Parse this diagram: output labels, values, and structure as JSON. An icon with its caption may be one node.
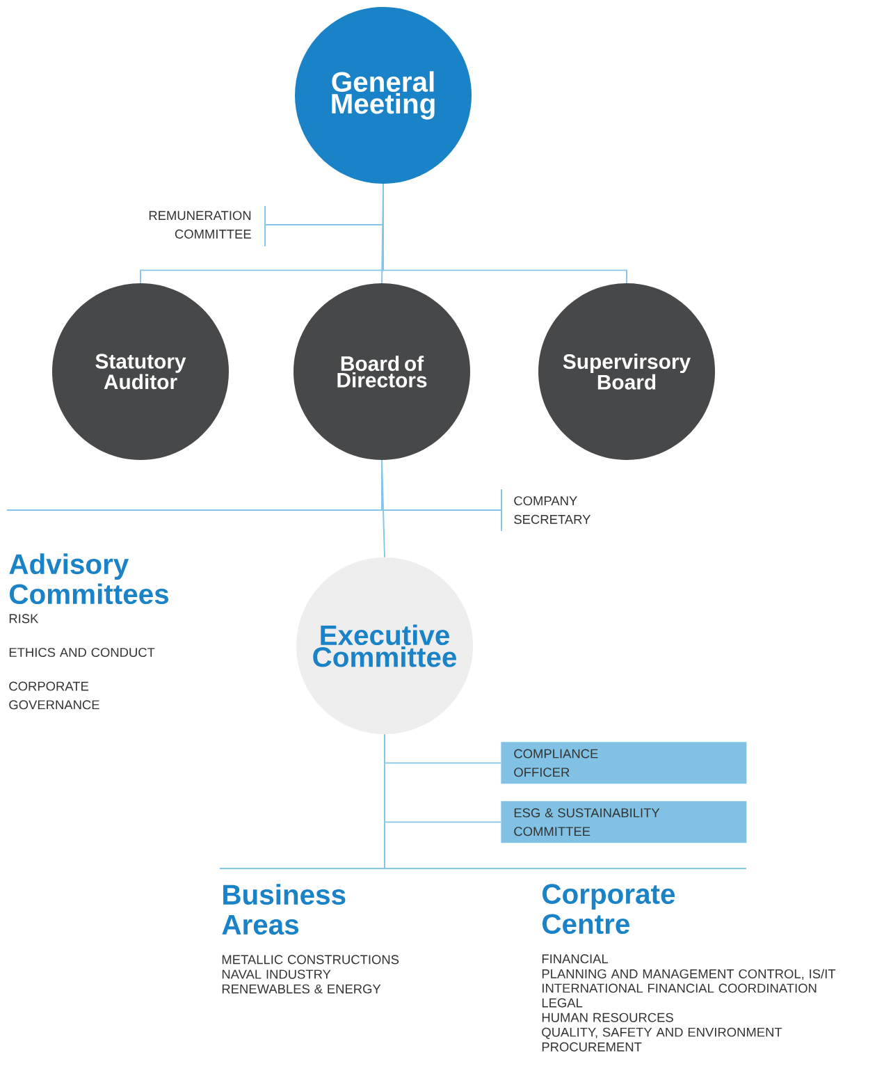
{
  "diagram": {
    "nodes": [
      {
        "text": [
          "General Meeting"
        ]
      },
      {
        "text": [
          "REMUNERATION COMMITTEE"
        ]
      },
      {
        "text": [
          "Statutory Auditor"
        ]
      },
      {
        "text": [
          "Board of Directors"
        ]
      },
      {
        "text": [
          "Supervirsory Board"
        ]
      },
      {
        "text": [
          "COMPANY SECRETARY"
        ]
      },
      {
        "text": [
          "Advisory Committees",
          "RISK",
          "ETHICS AND CONDUCT",
          "CORPORATE GOVERNANCE"
        ]
      },
      {
        "text": [
          "Executive Committee"
        ]
      },
      {
        "text": [
          "COMPLIANCE OFFICER"
        ]
      },
      {
        "text": [
          "ESG & SUSTAINABILITY COMMITTEE"
        ]
      },
      {
        "text": [
          "Business Areas",
          "METALLIC CONSTRUCTIONS",
          "NAVAL INDUSTRY",
          "RENEWABLES & ENERGY"
        ]
      },
      {
        "text": [
          "Corporate Centre",
          "FINANCIAL",
          "PLANNING AND MANAGEMENT CONTROL, IS/IT",
          "INTERNATIONAL FINANCIAL COORDINATION",
          "LEGAL",
          "HUMAN RESOURCES",
          "QUALITY, SAFETY AND ENVIRONMENT",
          "PROCUREMENT"
        ]
      }
    ],
    "edges": [
      {
        "from": 0,
        "to": 1,
        "arrow": "none"
      },
      {
        "from": 0,
        "to": 2,
        "arrow": "none"
      },
      {
        "from": 0,
        "to": 3,
        "arrow": "none"
      },
      {
        "from": 0,
        "to": 4,
        "arrow": "none"
      },
      {
        "from": 3,
        "to": 5,
        "arrow": "none"
      },
      {
        "from": 3,
        "to": 6,
        "arrow": "none"
      },
      {
        "from": 3,
        "to": 7,
        "arrow": "none"
      },
      {
        "from": 7,
        "to": 8,
        "arrow": "none"
      },
      {
        "from": 7,
        "to": 9,
        "arrow": "none"
      },
      {
        "from": 7,
        "to": 10,
        "arrow": "none"
      },
      {
        "from": 7,
        "to": 11,
        "arrow": "none"
      }
    ]
  }
}
